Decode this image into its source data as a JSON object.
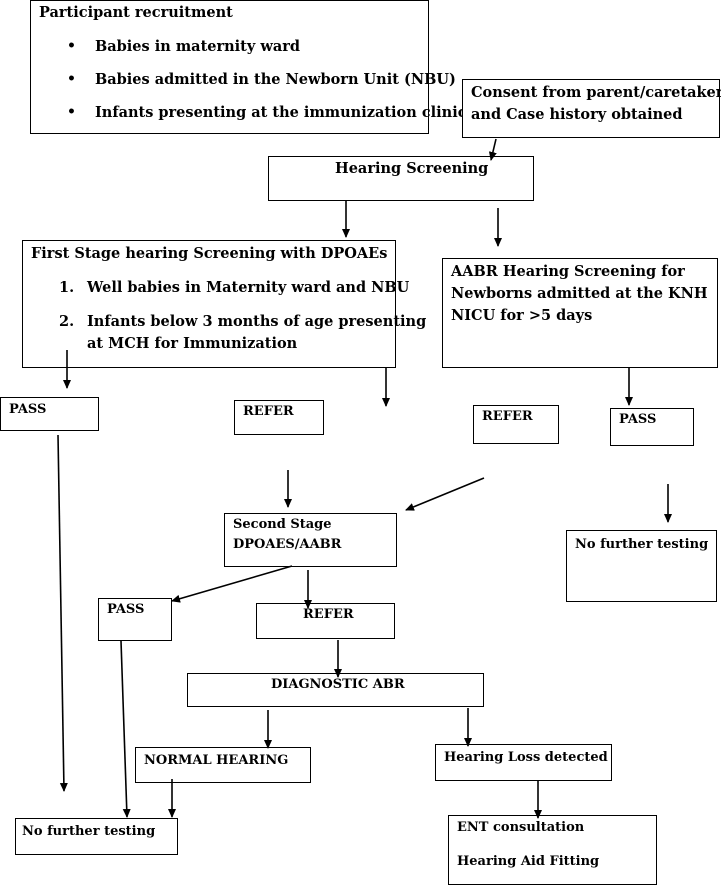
{
  "recruitment": {
    "title": "Participant recruitment",
    "items": [
      "Babies in maternity ward",
      "Babies admitted in the Newborn Unit (NBU)",
      "Infants presenting at the immunization clinic"
    ]
  },
  "consent": {
    "line1": "Consent from parent/caretaker",
    "line2": "and Case history obtained"
  },
  "hearing_screening": "Hearing Screening",
  "first_stage": {
    "title": "First Stage hearing Screening with DPOAEs",
    "items": [
      {
        "num": "1.",
        "text": "Well babies in Maternity ward and NBU"
      },
      {
        "num": "2.",
        "line1": "Infants below 3 months of age presenting",
        "line2": "at MCH for Immunization"
      }
    ]
  },
  "aabr": {
    "line1": "AABR Hearing Screening for",
    "line2": "Newborns admitted at the KNH",
    "line3": "NICU for >5 days"
  },
  "pass_left": "PASS",
  "refer_first": "REFER",
  "refer_aabr": "REFER",
  "pass_aabr": "PASS",
  "second_stage": {
    "line1": "Second Stage",
    "line2": "DPOAES/AABR"
  },
  "no_further_right": "No further testing",
  "pass_second": "PASS",
  "refer_second": "REFER",
  "diagnostic_abr": "DIAGNOSTIC ABR",
  "normal_hearing": "NORMAL HEARING",
  "hearing_loss": "Hearing Loss detected",
  "no_further_left": "No further testing",
  "ent": {
    "line1": "ENT consultation",
    "line2": "Hearing Aid Fitting"
  }
}
